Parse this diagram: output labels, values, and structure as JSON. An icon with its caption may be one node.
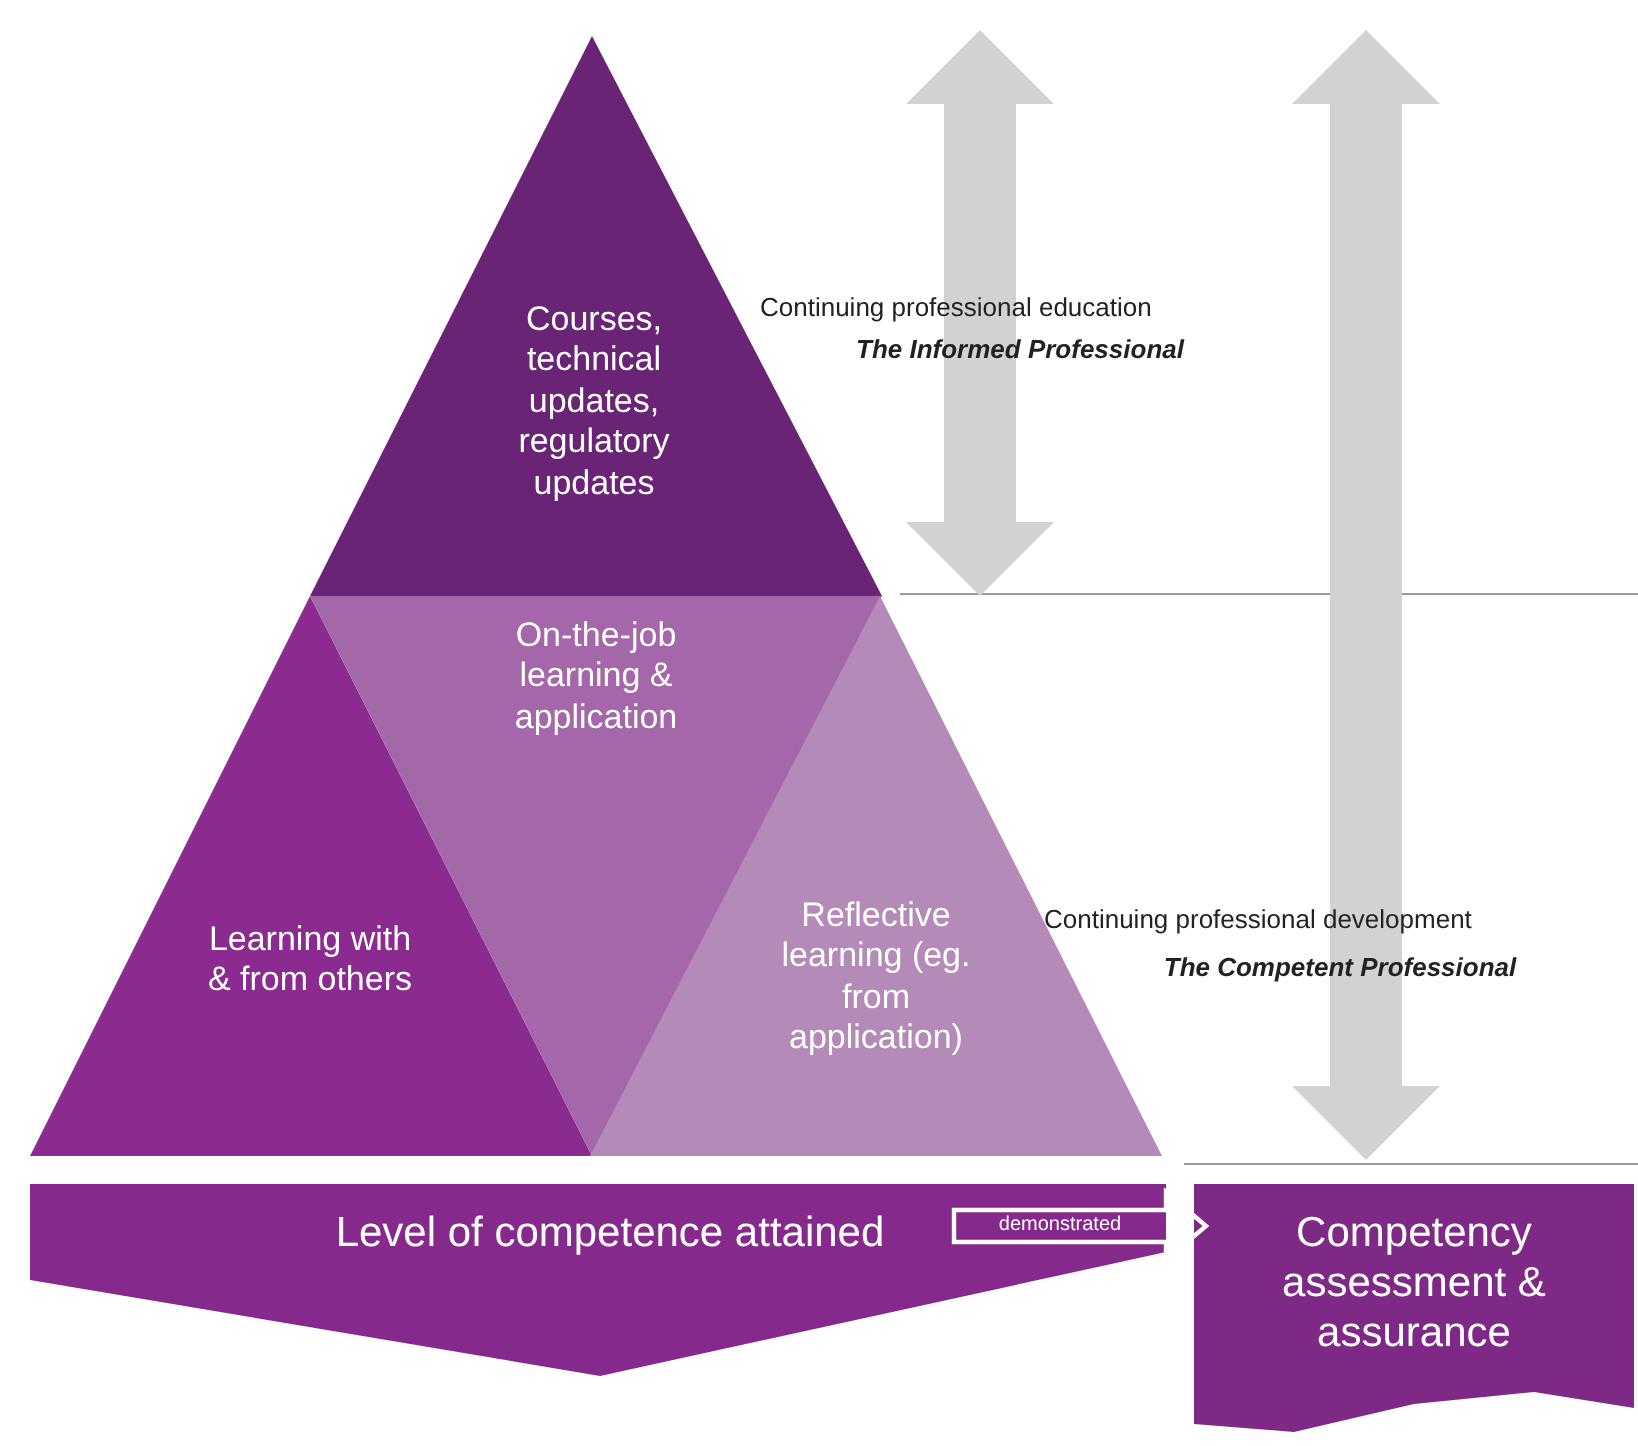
{
  "diagram": {
    "nodes": [
      {
        "text": [
          "Courses, technical updates, regulatory updates"
        ]
      },
      {
        "text": [
          "Learning with & from others"
        ]
      },
      {
        "text": [
          "On-the-job learning & application"
        ]
      },
      {
        "text": [
          "Reflective learning (eg. from application)"
        ]
      },
      {
        "text": [
          "Level of competence attained"
        ]
      },
      {
        "text": [
          "Competency assessment & assurance"
        ]
      }
    ],
    "edges": [
      {
        "from": 4,
        "to": 5,
        "arrow": "to",
        "label": "demonstrated"
      }
    ],
    "labels": [
      "Continuing professional education",
      "The Informed Professional",
      "Continuing professional development",
      "The Competent Professional"
    ]
  }
}
